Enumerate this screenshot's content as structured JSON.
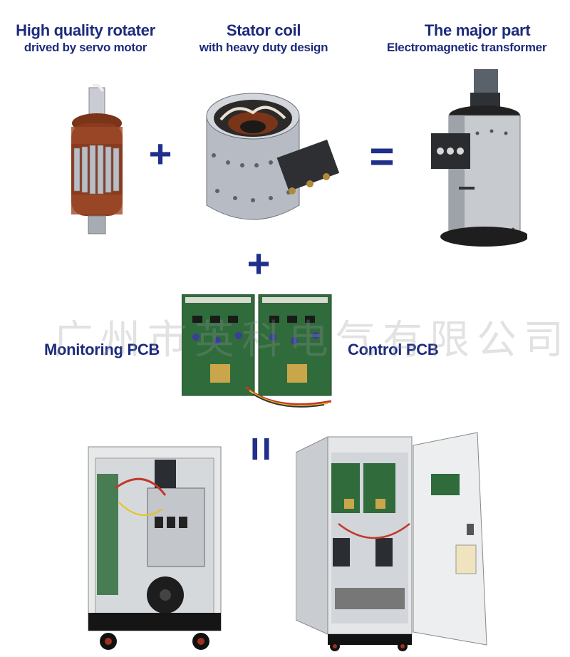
{
  "captions": {
    "rotor": {
      "title": "High quality rotater",
      "subtitle": "drived by servo motor"
    },
    "stator": {
      "title": "Stator coil",
      "subtitle": "with heavy duty design"
    },
    "transformer": {
      "title": "The major part",
      "subtitle": "Electromagnetic transformer"
    }
  },
  "symbols": {
    "plus": "+",
    "equals": "="
  },
  "pcb": {
    "left_label": "Monitoring PCB",
    "right_label": "Control PCB"
  },
  "watermark": "广州市英科电气有限公司",
  "colors": {
    "text": "#1d2b7c",
    "symbol": "#1f2f8a",
    "copper": "#8a3a1e",
    "steel": "#b7bcc4",
    "pcb_green": "#2f6b3b",
    "cabinet": "#e6e8ea"
  }
}
